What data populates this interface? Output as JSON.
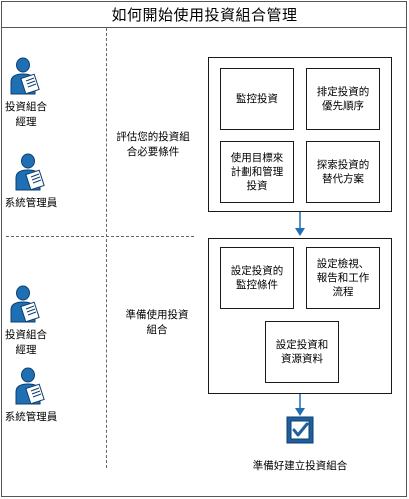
{
  "title": "如何開始使用投資組合管理",
  "phase1": {
    "label": "評估您的投資組合必要條件",
    "roles": [
      "投資組合經理",
      "系統管理員"
    ],
    "steps": [
      "監控投資",
      "排定投資的優先順序",
      "使用目標來計劃和管理投資",
      "探索投資的替代方案"
    ]
  },
  "phase2": {
    "label": "準備使用投資組合",
    "roles": [
      "投資組合經理",
      "系統管理員"
    ],
    "steps": [
      "設定投資的監控條件",
      "設定檢視、報告和工作流程",
      "設定投資和資源資料"
    ]
  },
  "final": {
    "label": "準備好建立投資組合"
  },
  "colors": {
    "icon_blue": "#1f6fb5",
    "icon_dark": "#0d3f6e",
    "border": "#1a1a1a",
    "arrow": "#1f6fb5",
    "check_bg": "#1f5f9f"
  },
  "icons": [
    "user-with-document-icon",
    "check-box-icon",
    "arrow-down-icon"
  ]
}
